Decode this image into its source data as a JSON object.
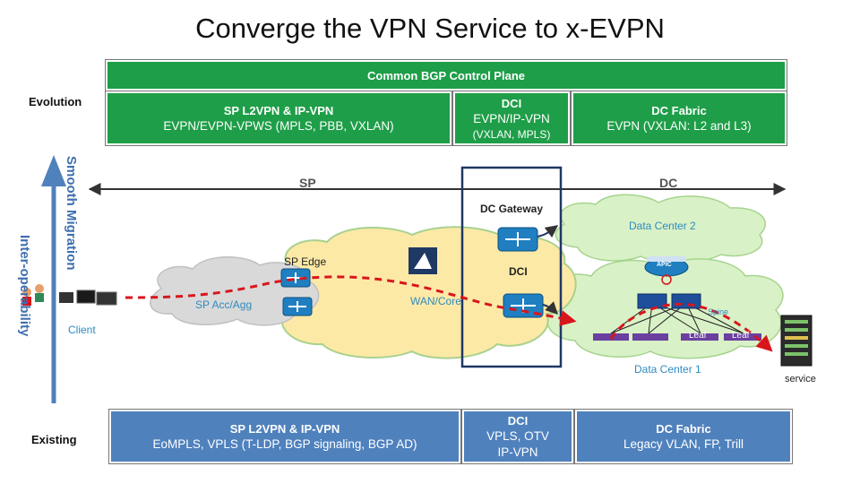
{
  "title": "Converge the VPN Service to x-EVPN",
  "side_labels": {
    "evolution": "Evolution",
    "existing": "Existing",
    "smooth_migration": "Smooth Migration",
    "inter_operability": "Inter-operability"
  },
  "evolution": {
    "control_plane": "Common BGP Control Plane",
    "sp": {
      "title": "SP L2VPN & IP-VPN",
      "detail": "EVPN/EVPN-VPWS (MPLS, PBB, VXLAN)"
    },
    "dci": {
      "title": "DCI",
      "line1": "EVPN/IP-VPN",
      "line2": "(VXLAN, MPLS)"
    },
    "dc": {
      "title": "DC Fabric",
      "detail": "EVPN (VXLAN: L2 and L3)"
    }
  },
  "existing": {
    "sp": {
      "title": "SP L2VPN & IP-VPN",
      "detail": "EoMPLS, VPLS (T-LDP, BGP signaling, BGP AD)"
    },
    "dci": {
      "title": "DCI",
      "line1": "VPLS, OTV",
      "line2": "IP-VPN"
    },
    "dc": {
      "title": "DC Fabric",
      "detail": "Legacy VLAN, FP, Trill"
    }
  },
  "diagram": {
    "sp_label": "SP",
    "dc_label": "DC",
    "dc_gateway": "DC Gateway",
    "data_center_2": "Data Center 2",
    "data_center_1": "Data Center 1",
    "sp_edge": "SP Edge",
    "dci": "DCI",
    "wan_core": "WAN/Core",
    "sp_acc_agg": "SP Acc/Agg",
    "client": "Client",
    "apic": "APIC",
    "spine": "Spine",
    "leaf": "Leaf",
    "service": "service"
  },
  "colors": {
    "green_band": "#1e9e48",
    "blue_band": "#4f81bd",
    "wan_cloud": "#fde9a6",
    "dc_cloud": "#d9f1c6",
    "acc_cloud": "#d9d9d9",
    "traffic_path": "#d9151c",
    "router": "#1f7fc0",
    "dci_box": "#1f3864"
  }
}
